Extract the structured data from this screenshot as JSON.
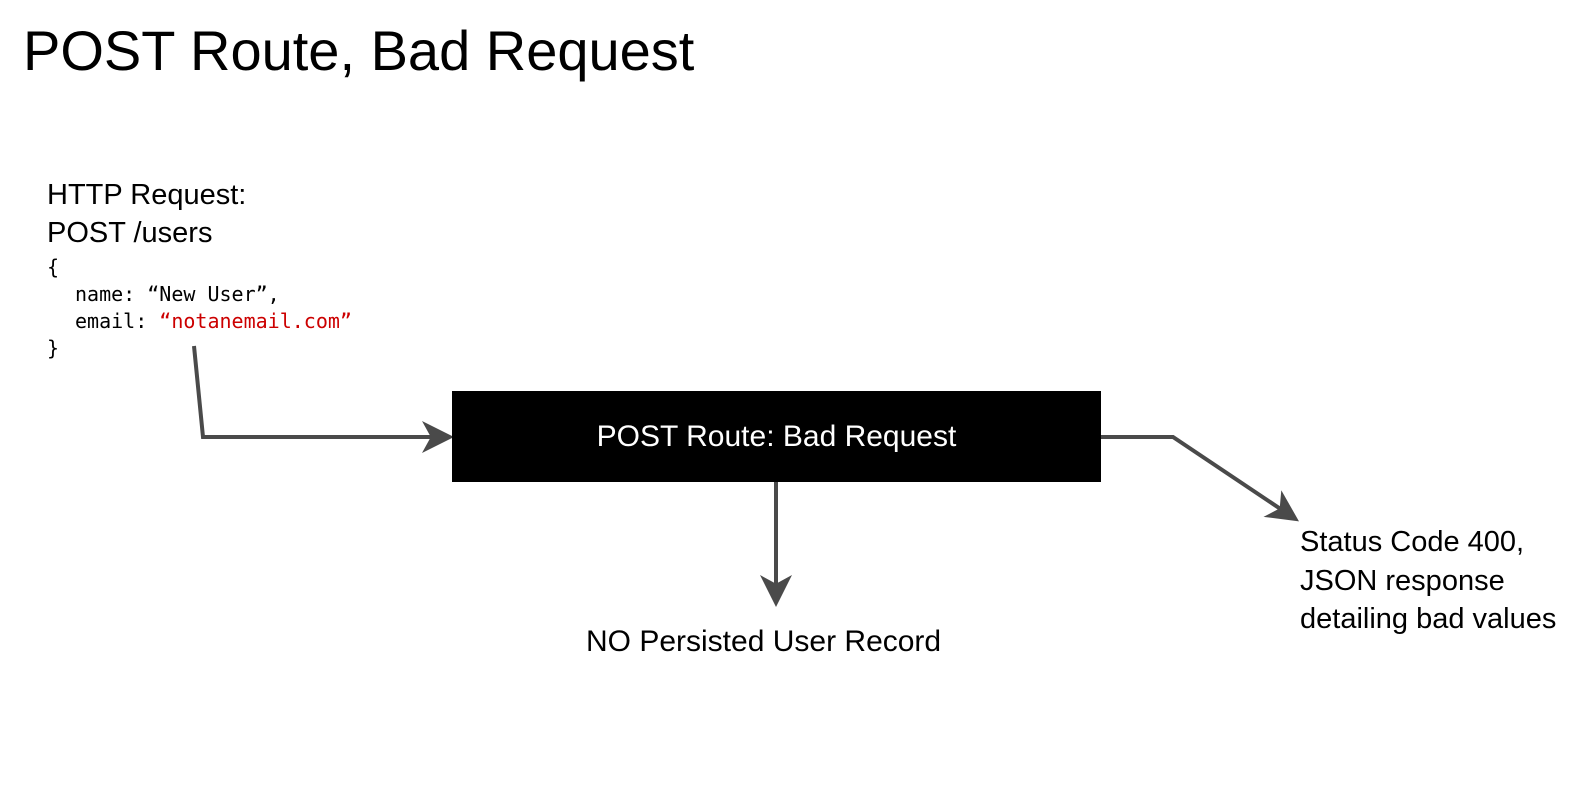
{
  "title": "POST Route, Bad Request",
  "request": {
    "heading": "HTTP Request:",
    "method_path": "POST /users",
    "body": {
      "open_brace": "{",
      "name_key": "name: ",
      "name_value": "“New User”,",
      "email_key": "email: ",
      "email_value": "“notanemail.com”",
      "close_brace": "}"
    }
  },
  "route_box": {
    "label": "POST Route: Bad Request"
  },
  "outcomes": {
    "persistence": "NO Persisted User Record",
    "response": "Status Code 400, JSON response detailing bad values"
  },
  "colors": {
    "invalid_value": "#cc0000",
    "route_box_fill": "#000000",
    "arrow": "#4a4a4a"
  }
}
